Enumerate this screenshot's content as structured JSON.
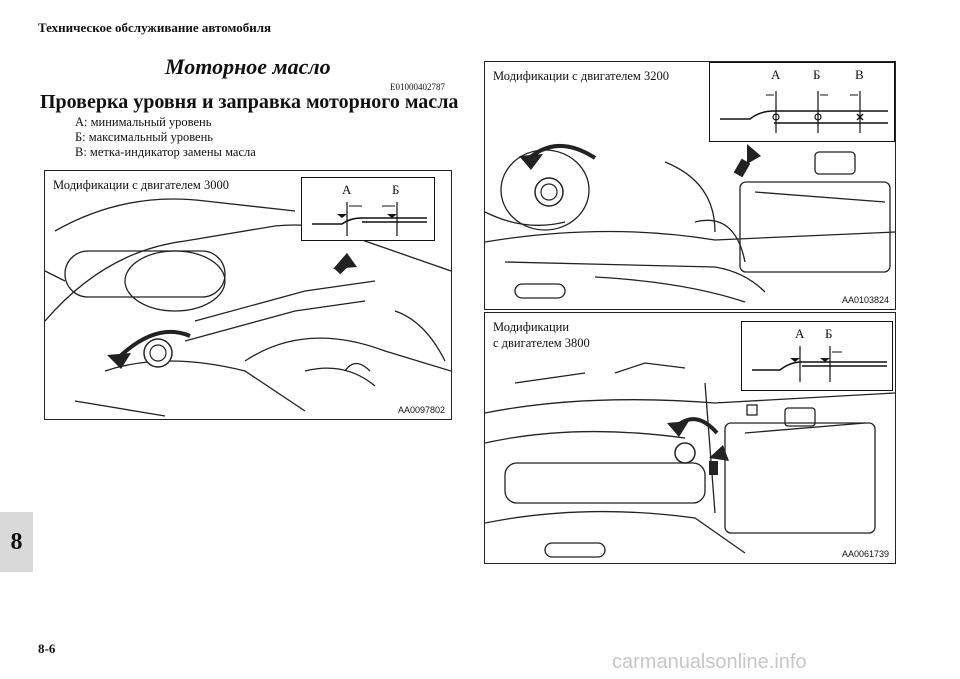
{
  "header": {
    "running_title": "Техническое обслуживание автомобиля"
  },
  "section": {
    "title": "Моторное масло",
    "code": "E01000402787"
  },
  "subsection": {
    "title": "Проверка уровня и заправка моторного масла"
  },
  "legend": [
    {
      "text": "А: минимальный уровень"
    },
    {
      "text": "Б: максимальный уровень"
    },
    {
      "text": "В: метка-индикатор замены масла"
    }
  ],
  "figures": {
    "engine3000": {
      "label": "Модификации с двигателем 3000",
      "marks": [
        "А",
        "Б"
      ],
      "code": "AA0097802"
    },
    "engine3200": {
      "label": "Модификации с двигателем 3200",
      "marks": [
        "А",
        "Б",
        "В"
      ],
      "code": "AA0103824"
    },
    "engine3800": {
      "label_line1": "Модификации",
      "label_line2": "с двигателем 3800",
      "marks": [
        "А",
        "Б"
      ],
      "code": "AA0061739"
    }
  },
  "chapter_tab": "8",
  "page_number": "8-6",
  "watermark": "carmanualsonline.info"
}
